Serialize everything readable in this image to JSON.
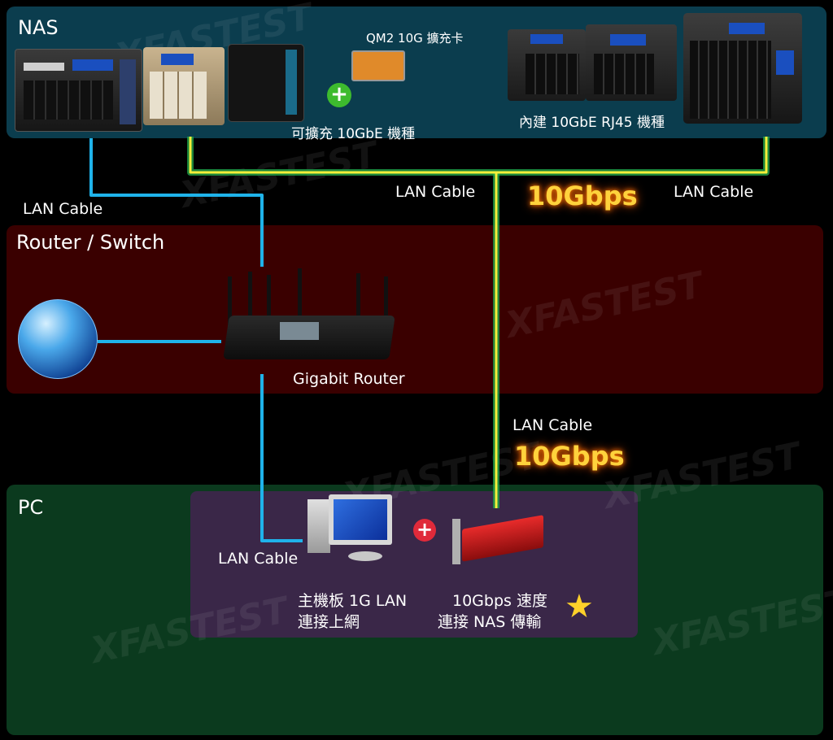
{
  "zones": {
    "nas": {
      "title": "NAS",
      "color": "#0b3d4e"
    },
    "router": {
      "title": "Router / Switch",
      "color": "#3a0000"
    },
    "pc": {
      "title": "PC",
      "color": "#0b3a1e",
      "inner_color": "#3a2748"
    }
  },
  "labels": {
    "qm2_card": "QM2 10G 擴充卡",
    "expandable_10gbe": "可擴充 10GbE 機種",
    "builtin_rj45": "內建 10GbE RJ45 機種",
    "lan_cable_left": "LAN Cable",
    "lan_cable_mid": "LAN Cable",
    "lan_cable_right": "LAN Cable",
    "lan_cable_pc_nas": "LAN Cable",
    "lan_cable_pc": "LAN Cable",
    "gigabit_router": "Gigabit Router",
    "mb_line1": "主機板 1G LAN",
    "mb_line2": "連接上網",
    "nic_line1": "10Gbps 速度",
    "nic_line2": "連接 NAS 傳輸"
  },
  "speeds": {
    "top": "10Gbps",
    "mid": "10Gbps"
  },
  "watermark": {
    "brand": "XFASTEST"
  },
  "colors": {
    "gigabit_line": "#1fb3ea",
    "tengig_line": "#f4ef3a",
    "tengig_glow": "#1fa24a"
  },
  "icons": [
    "plus-icon-green",
    "plus-icon-red",
    "star-icon",
    "globe-icon"
  ]
}
